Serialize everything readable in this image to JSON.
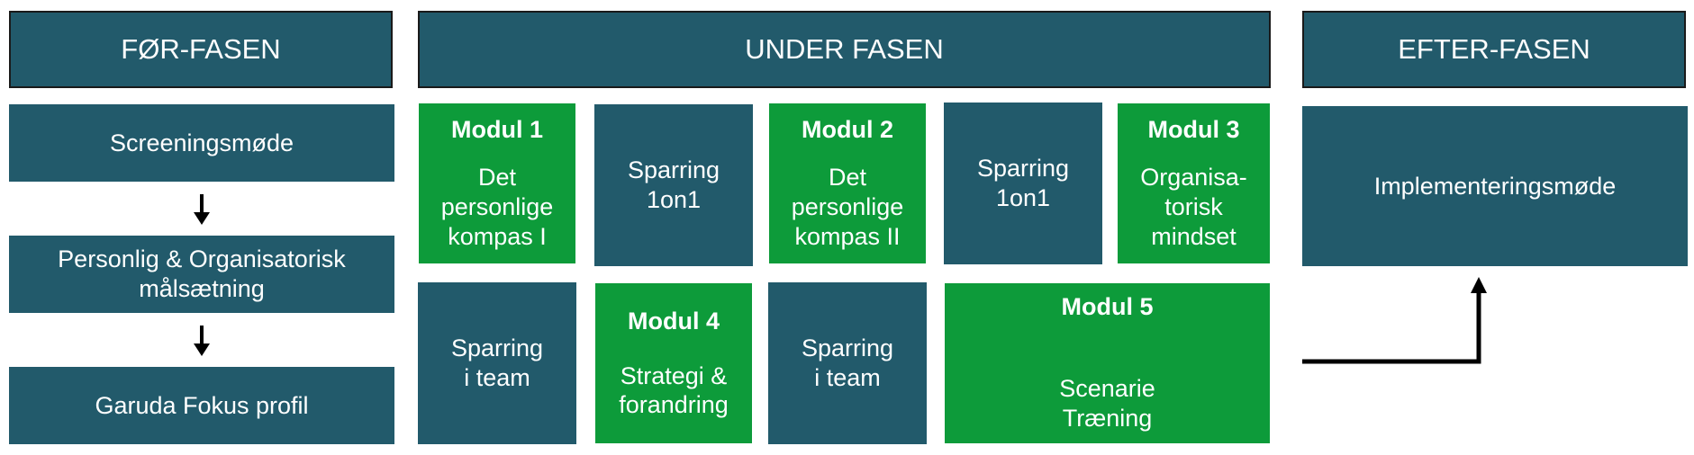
{
  "phases": {
    "before": "FØR-FASEN",
    "during": "UNDER FASEN",
    "after": "EFTER-FASEN"
  },
  "before_steps": [
    "Screeningsmøde",
    "Personlig & Organisatorisk\nmålsætning",
    "Garuda Fokus profil"
  ],
  "modules": {
    "m1": {
      "title": "Modul 1",
      "text": "Det\npersonlige\nkompas I"
    },
    "s1": {
      "text": "Sparring\n1on1"
    },
    "m2": {
      "title": "Modul 2",
      "text": "Det\npersonlige\nkompas II"
    },
    "s2": {
      "text": "Sparring\n1on1"
    },
    "m3": {
      "title": "Modul 3",
      "text": "Organisa-\ntorisk\nmindset"
    },
    "t1": {
      "text": "Sparring\ni team"
    },
    "m4": {
      "title": "Modul 4",
      "text": "Strategi &\nforandring"
    },
    "t2": {
      "text": "Sparring\ni team"
    },
    "m5": {
      "title": "Modul 5",
      "text": "Scenarie\nTræning"
    }
  },
  "after_step": "Implementeringsmøde",
  "colors": {
    "teal": "#225a6b",
    "green": "#0d9b3a",
    "border": "#1a1a1a",
    "arrow": "#000000"
  }
}
